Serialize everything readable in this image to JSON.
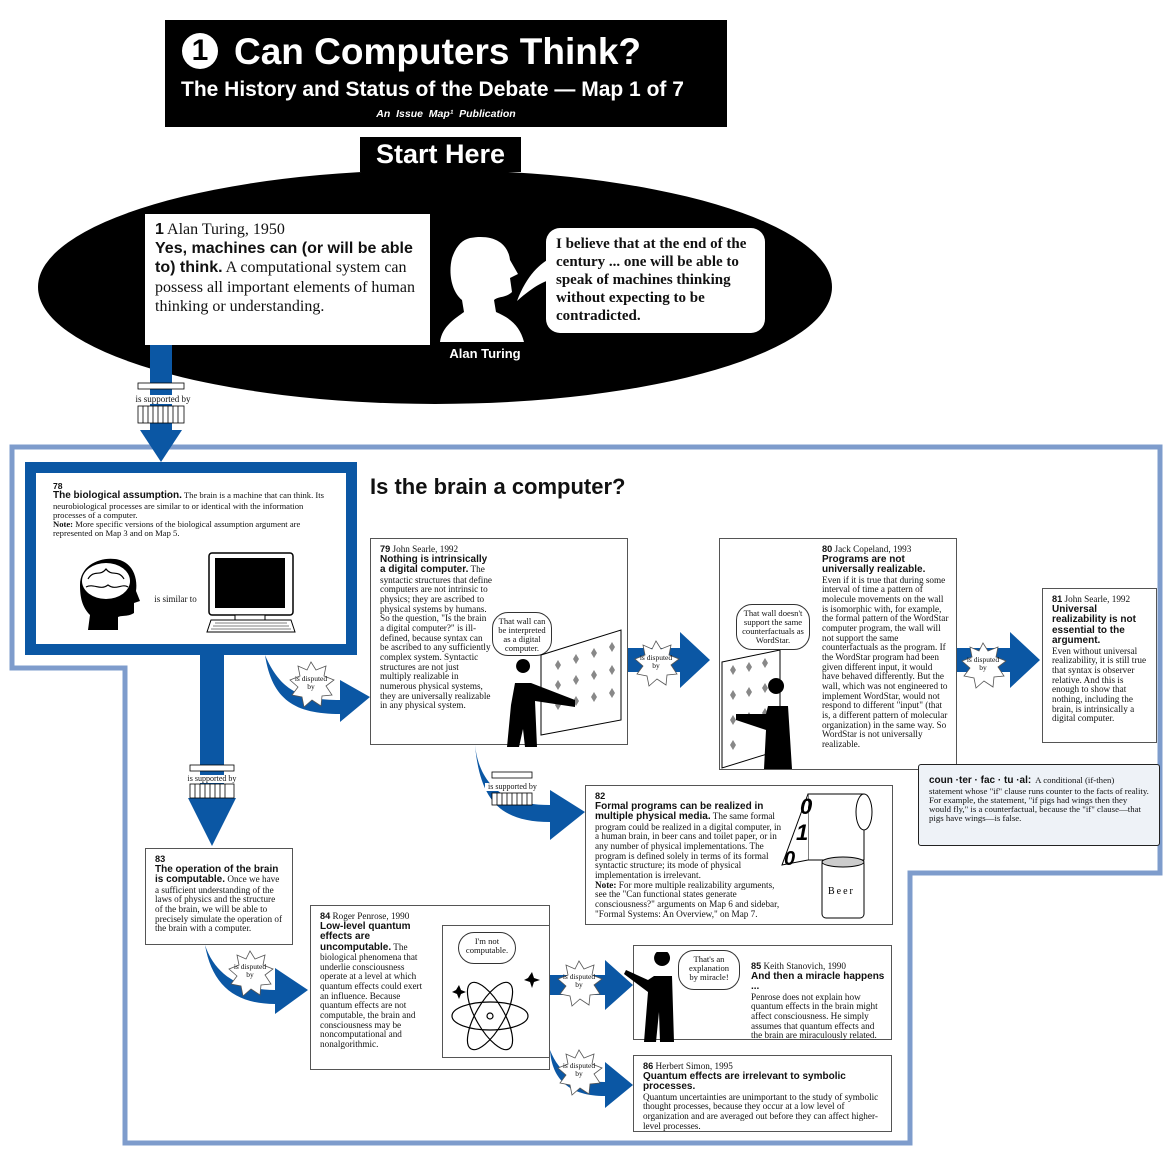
{
  "header": {
    "map_number": "1",
    "title": "Can Computers Think?",
    "subtitle": "The History and Status of the Debate — Map 1 of 7",
    "publisher": "An  Issue  Map¹  Publication"
  },
  "start_label": "Start Here",
  "turing": {
    "number": "1",
    "author": "Alan Turing, 1950",
    "claim": "Yes, machines can (or will be able to) think.",
    "body": "A computational system can possess all important elements of human thinking or understanding.",
    "portrait_caption": "Alan Turing",
    "quote": "I believe that at the end of the century ... one will be able to speak of machines thinking without expecting to be contradicted."
  },
  "link_labels": {
    "supported": "is supported by",
    "disputed": "is disputed by"
  },
  "region_title": "Is the brain a computer?",
  "claims": {
    "c78": {
      "number": "78",
      "claim": "The biological assumption.",
      "body": "The brain is a machine that can think.  Its neurobiological processes are similar to or identical with the information processes of a computer.",
      "note_label": "Note:",
      "note": "More specific versions of the biological assumption argument are represented on Map 3 and on Map 5.",
      "image_caption": "is similar to"
    },
    "c79": {
      "number": "79",
      "author": "John Searle, 1992",
      "claim": "Nothing is intrinsically a digital computer.",
      "body": "The syntactic structures that define computers are not intrinsic to physics; they are ascribed to physical systems by humans.  So the question, \"Is the brain a digital computer?\" is ill-defined, because syntax can be ascribed to any sufficiently complex system.  Syntactic structures are not just multiply realizable in numerous physical systems, they are universally realizable in any physical system.",
      "bubble": "That wall can be interpreted as a digital computer."
    },
    "c80": {
      "number": "80",
      "author": "Jack Copeland, 1993",
      "claim": "Programs are not universally realizable.",
      "body": "Even if it is true that during some interval of time a pattern of molecule movements on the wall is isomorphic with, for example, the formal pattern of the WordStar computer program, the wall will not support the same counterfactuals as the program. If the WordStar program had been given different input, it would have behaved differently.  But the wall, which was not engineered to implement WordStar, would not respond to different \"input\" (that is, a different pattern of molecular organization) in the same way. So WordStar is not universally realizable.",
      "bubble": "That wall doesn't support the same counterfactuals as WordStar."
    },
    "c81": {
      "number": "81",
      "author": "John Searle, 1992",
      "claim": "Universal realizability is not essential to the argument.",
      "body": "Even without universal realizability, it is still true that syntax is observer relative.  And this is enough to show that nothing, including the brain, is intrinsically a digital computer."
    },
    "c82": {
      "number": "82",
      "claim": "Formal programs can be realized in multiple physical media.",
      "body": "The same formal program could be realized in a digital computer, in a human brain, in beer cans and toilet paper, or in any number of physical implementations. The program is defined solely in terms of its formal syntactic structure; its mode of physical implementation is irrelevant.",
      "note_label": "Note:",
      "note": "For more multiple realizability arguments, see the \"Can functional states generate consciousness?\" arguments on Map 6 and sidebar, \"Formal Systems: An Overview,\" on Map 7.",
      "image_text": [
        "0",
        "1",
        "0",
        "Beer"
      ]
    },
    "c83": {
      "number": "83",
      "claim": "The operation of the brain is computable.",
      "body": "Once we have a sufficient understanding of the laws of physics and the structure of the brain, we will be able to precisely simulate the operation of the brain with a computer."
    },
    "c84": {
      "number": "84",
      "author": "Roger Penrose, 1990",
      "claim": "Low-level quantum effects are uncomputable.",
      "body": "The biological phenomena that underlie consciousness operate at a level at which quantum effects could exert an influence.  Because quantum effects are not computable, the brain and consciousness may be noncomputational and nonalgorithmic.",
      "bubble": "I'm not computable."
    },
    "c85": {
      "number": "85",
      "author": "Keith Stanovich, 1990",
      "claim": "And then a miracle happens ...",
      "body": "Penrose does not explain how quantum effects in the brain might affect consciousness.  He simply assumes that quantum effects and the brain are miraculously related.",
      "bubble": "That's an explanation by miracle!"
    },
    "c86": {
      "number": "86",
      "author": "Herbert Simon, 1995",
      "claim": "Quantum effects are irrelevant to symbolic processes.",
      "body": "Quantum uncertainties are unimportant to the study of symbolic thought processes, because they occur at a low level of organization and are averaged out before they can affect higher-level processes."
    }
  },
  "sidebar": {
    "term": "coun ·ter · fac · tu ·al:",
    "definition": "A conditional (if-then) statement whose \"if\" clause runs counter to the facts of reality.  For example, the statement, \"if pigs had wings then they would fly,\" is a counterfactual, because the \"if\" clause—that pigs have wings—is false."
  },
  "colors": {
    "arrow_blue": "#0b57a4",
    "region_outline": "#7e9ccc",
    "sidebar_bg": "#eef2f7",
    "header_bg": "#000000"
  }
}
